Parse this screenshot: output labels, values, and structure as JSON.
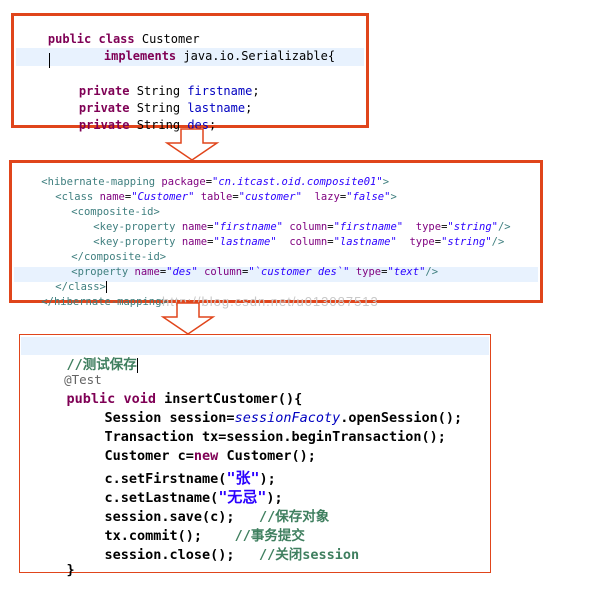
{
  "java_class": {
    "line1": {
      "kw1": "public",
      "kw2": "class",
      "name": "Customer"
    },
    "line2": {
      "kw": "implements",
      "iface": "java.io.Serializable{"
    },
    "fields": [
      {
        "mod": "private",
        "type": "String",
        "name": "firstname",
        "end": ";"
      },
      {
        "mod": "private",
        "type": "String",
        "name": "lastname",
        "end": ";"
      },
      {
        "mod": "private",
        "type": "String",
        "name": "des",
        "end": ";"
      }
    ]
  },
  "xml_mapping": {
    "root_open": "<hibernate-mapping",
    "root_attr": "package",
    "root_val": "\"cn.itcast.oid.composite01\"",
    "class_open": "<class",
    "class_attrs": [
      {
        "name": "name",
        "val": "\"Customer\""
      },
      {
        "name": "table",
        "val": "\"customer\""
      },
      {
        "name": "lazy",
        "val": "\"false\""
      }
    ],
    "composite_open": "<composite-id>",
    "key_props": [
      {
        "tag": "<key-property",
        "a1": "name",
        "v1": "\"firstname\"",
        "a2": "column",
        "v2": "\"firstname\"",
        "a3": "type",
        "v3": "\"string\"",
        "close": "/>"
      },
      {
        "tag": "<key-property",
        "a1": "name",
        "v1": "\"lastname\"",
        "a2": "column",
        "v2": "\"lastname\"",
        "a3": "type",
        "v3": "\"string\"",
        "close": "/>"
      }
    ],
    "composite_close": "</composite-id>",
    "property": {
      "tag": "<property",
      "a1": "name",
      "v1": "\"des\"",
      "a2": "column",
      "v2": "\"`customer des`\"",
      "a3": "type",
      "v3": "\"text\"",
      "close": "/>"
    },
    "class_close": "</class>",
    "root_close": "</hibernate-mapping>"
  },
  "watermark": "http://blog.csdn.net/u013087513",
  "test_code": {
    "comment_title": "//测试保存",
    "annotation": "@Test",
    "method_kw1": "public",
    "method_kw2": "void",
    "method_name": "insertCustomer(){",
    "l1_a": "Session session=",
    "l1_b": "sessionFacoty",
    "l1_c": ".openSession();",
    "l2": "Transaction tx=session.beginTransaction();",
    "l3_a": "Customer c=",
    "l3_kw": "new",
    "l3_b": " Customer();",
    "l4_a": "c.setFirstname(",
    "l4_s": "\"张\"",
    "l4_b": ");",
    "l5_a": "c.setLastname(",
    "l5_s": "\"无忌\"",
    "l5_b": ");",
    "l6": "session.save(c);",
    "l6_c": "//保存对象",
    "l7": "tx.commit();",
    "l7_c": "//事务提交",
    "l8": "session.close();",
    "l8_c": "//关闭session",
    "close": "}"
  },
  "colors": {
    "border": "#e0451b",
    "arrow": "#e0451b"
  }
}
